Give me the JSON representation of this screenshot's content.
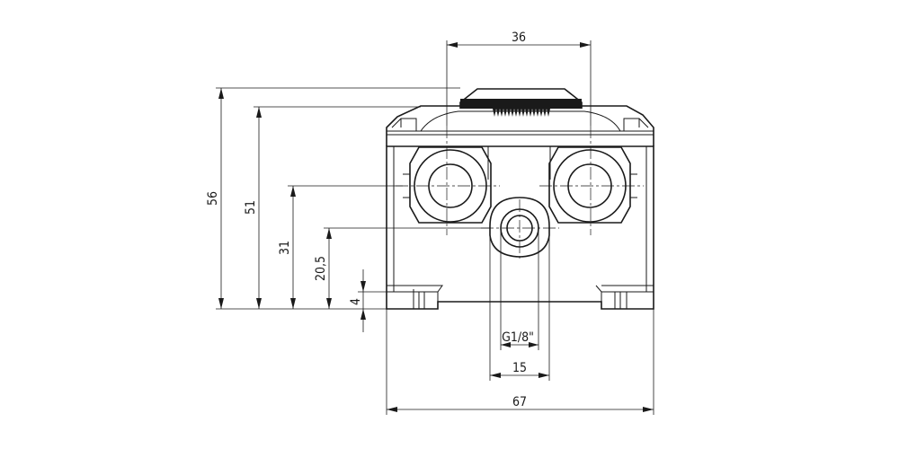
{
  "dimensions": {
    "width_36": "36",
    "height_56": "56",
    "height_51": "51",
    "height_31": "31",
    "height_20_5": "20,5",
    "height_4": "4",
    "thread": "G1/8\"",
    "width_15": "15",
    "width_67": "67"
  },
  "colors": {
    "line": "#1a1a1a",
    "background": "#ffffff"
  }
}
